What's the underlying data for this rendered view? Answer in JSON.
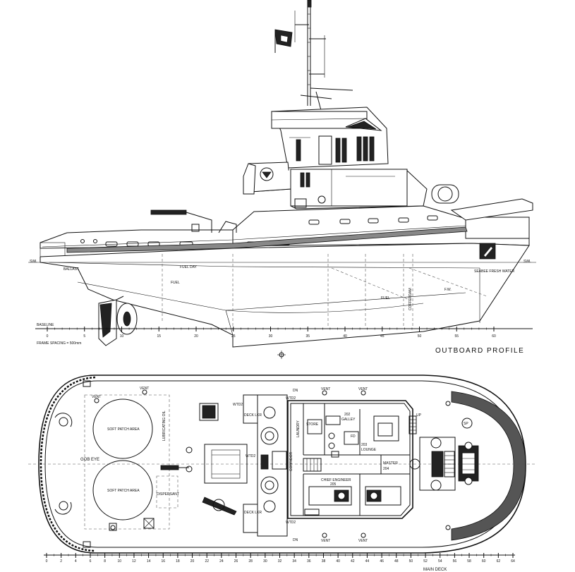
{
  "profile": {
    "title": "OUTBOARD PROFILE",
    "frame_spacing": "FRAME SPACING = 500mm",
    "baseline": "BASELINE",
    "swl": "SWL",
    "tanks": {
      "ballast": "BALLAST",
      "fuel_day": "FUEL DAY",
      "fuel_aft": "FUEL",
      "fuel_fwd": "FUEL",
      "cofferdam": "COFFERDAM",
      "fw": "F.W.",
      "seabee_fresh_water": "SEABEE FRESH WATER"
    },
    "frame_numbers": [
      "0",
      "5",
      "10",
      "15",
      "20",
      "25",
      "30",
      "35",
      "40",
      "45",
      "50",
      "55",
      "60"
    ]
  },
  "plan": {
    "title": "MAIN DECK",
    "labels": {
      "gob_eye": "GOB EYE",
      "soft_patch_upper": "SOFT PATCH AREA",
      "soft_patch_lower": "SOFT PATCH AREA",
      "dispersant": "DISPERSANT",
      "lubricating_oil": "LUBRICATING OIL",
      "vent": "VENT",
      "deck_lkr_upper": "DECK LKR",
      "deck_lkr_lower": "DECK LKR",
      "wtd_1": "WTD2",
      "wtd_2": "WTD2",
      "wtd_3": "WTD2",
      "wtd_4": "WTD2",
      "dn": "DN",
      "up": "UP",
      "galley": "GALLEY",
      "galley_num": "202",
      "lounge": "LOUNGE",
      "lounge_num": "203",
      "chief_engineer": "CHIEF ENGINEER",
      "chief_engineer_num": "205",
      "master": "MASTER",
      "master_num": "204",
      "laundry": "LAUNDRY",
      "store": "STORE",
      "sp": "SP",
      "fd": "FD",
      "corridor": "CORRIDOR"
    },
    "ruler_numbers": [
      "0",
      "2",
      "4",
      "6",
      "8",
      "10",
      "12",
      "14",
      "16",
      "18",
      "20",
      "22",
      "24",
      "26",
      "28",
      "30",
      "32",
      "34",
      "36",
      "38",
      "40",
      "42",
      "44",
      "46",
      "48",
      "50",
      "52",
      "54",
      "56",
      "58",
      "60",
      "62",
      "64"
    ]
  }
}
